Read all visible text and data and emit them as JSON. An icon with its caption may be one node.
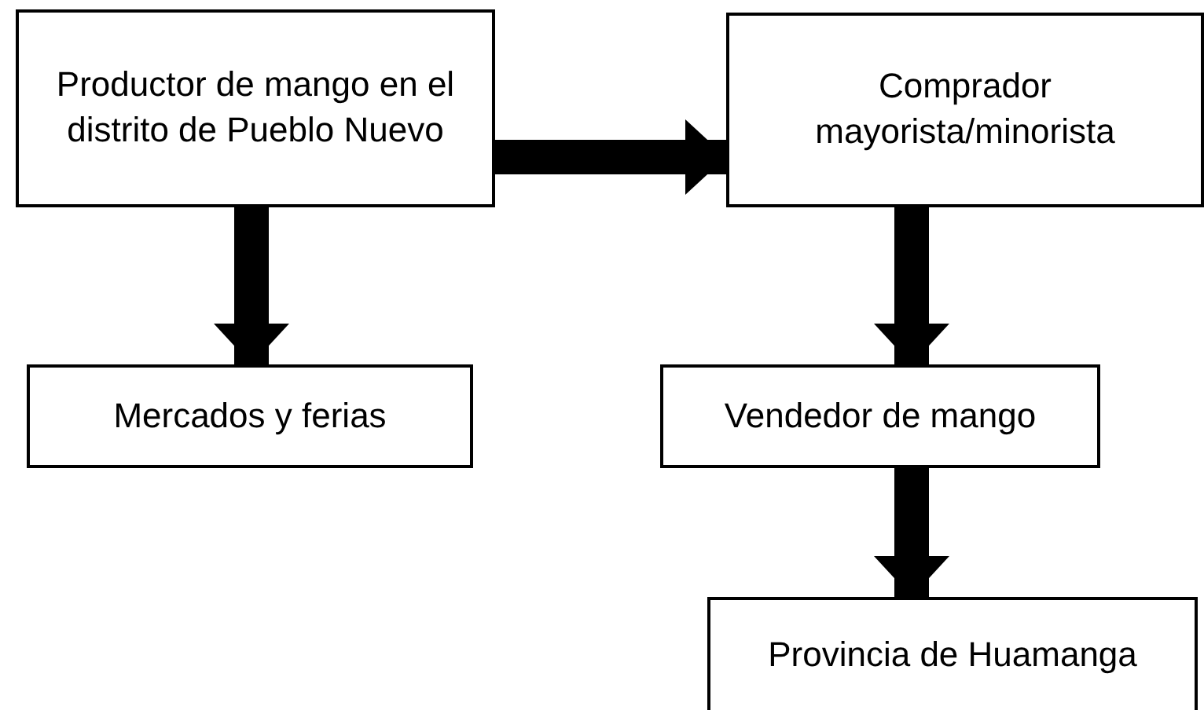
{
  "diagram": {
    "nodes": [
      {
        "text": [
          "Productor de mango en el distrito de Pueblo Nuevo"
        ]
      },
      {
        "text": [
          "Comprador mayorista/minorista"
        ]
      },
      {
        "text": [
          "Mercados y ferias"
        ]
      },
      {
        "text": [
          "Vendedor de mango"
        ]
      },
      {
        "text": [
          "Provincia de Huamanga"
        ]
      }
    ],
    "edges": [
      {
        "from": 0,
        "to": 1,
        "arrow": "to"
      },
      {
        "from": 0,
        "to": 2,
        "arrow": "to"
      },
      {
        "from": 1,
        "to": 3,
        "arrow": "to"
      },
      {
        "from": 3,
        "to": 4,
        "arrow": "to"
      }
    ]
  }
}
